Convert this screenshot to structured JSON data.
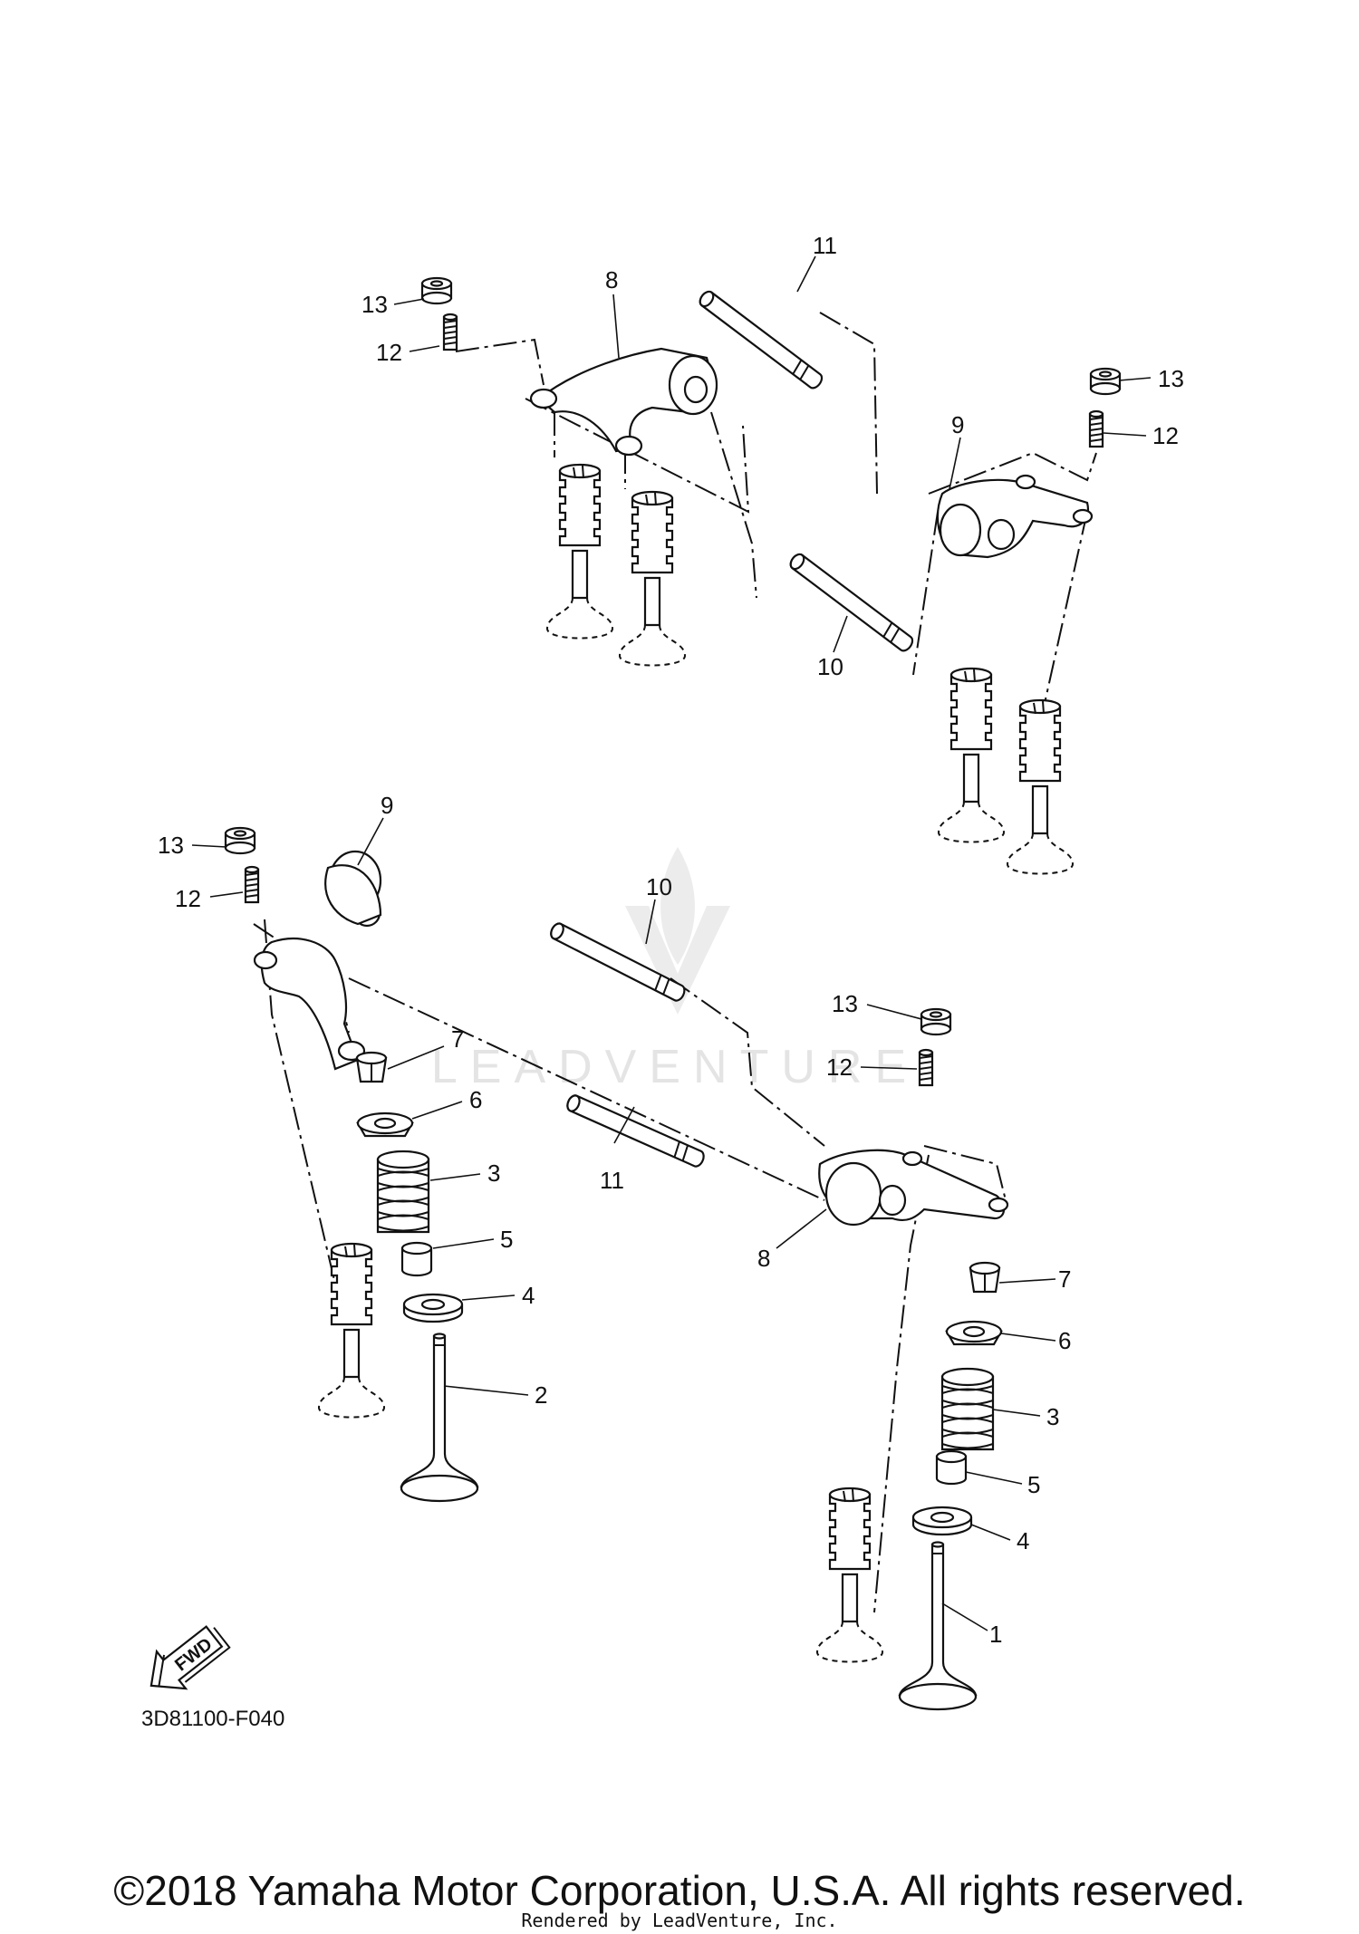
{
  "drawing_number": "3D81100-F040",
  "fwd_label": "FWD",
  "watermark": "LEADVENTURE",
  "copyright": "©2018 Yamaha Motor Corporation, U.S.A. All rights reserved.",
  "rendered_by": "Rendered by LeadVenture, Inc.",
  "callouts": {
    "upper": [
      "13",
      "12",
      "8",
      "11",
      "13",
      "12",
      "9",
      "10"
    ],
    "lower_left": [
      "13",
      "9",
      "12",
      "7",
      "6",
      "3",
      "5",
      "4",
      "2",
      "10",
      "11"
    ],
    "lower_right": [
      "13",
      "12",
      "8",
      "7",
      "6",
      "3",
      "5",
      "4",
      "1"
    ]
  }
}
